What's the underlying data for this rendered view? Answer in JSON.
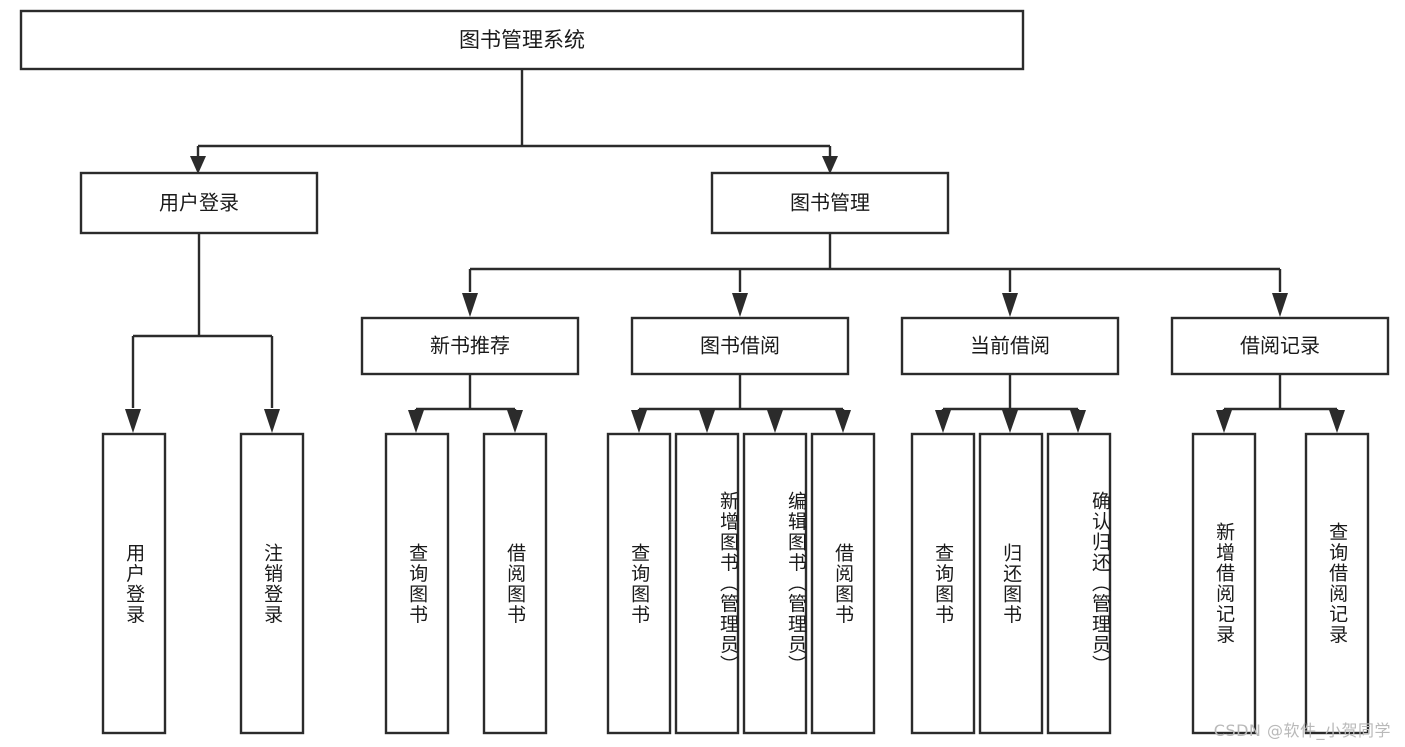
{
  "diagram": {
    "title": "图书管理系统",
    "type": "hierarchy-tree",
    "watermark": "CSDN @软件_小贺同学",
    "colors": {
      "stroke": "#2b2b2b",
      "fill": "#ffffff",
      "text": "#1a1a1a",
      "watermark": "#b9b9b9",
      "background": "#ffffff"
    },
    "root": {
      "label": "图书管理系统"
    },
    "level2": [
      {
        "label": "用户登录"
      },
      {
        "label": "图书管理"
      }
    ],
    "level3": [
      {
        "label": "新书推荐"
      },
      {
        "label": "图书借阅"
      },
      {
        "label": "当前借阅"
      },
      {
        "label": "借阅记录"
      }
    ],
    "leaves": {
      "user_login": [
        {
          "label": "用户登录"
        },
        {
          "label": "注销登录"
        }
      ],
      "new_book_recommend": [
        {
          "label": "查询图书"
        },
        {
          "label": "借阅图书"
        }
      ],
      "book_borrow": [
        {
          "label": "查询图书"
        },
        {
          "label": "新增图书（管理员）"
        },
        {
          "label": "编辑图书（管理员）"
        },
        {
          "label": "借阅图书"
        }
      ],
      "current_borrow": [
        {
          "label": "查询图书"
        },
        {
          "label": "归还图书"
        },
        {
          "label": "确认归还（管理员）"
        }
      ],
      "borrow_record": [
        {
          "label": "新增借阅记录"
        },
        {
          "label": "查询借阅记录"
        }
      ]
    }
  }
}
